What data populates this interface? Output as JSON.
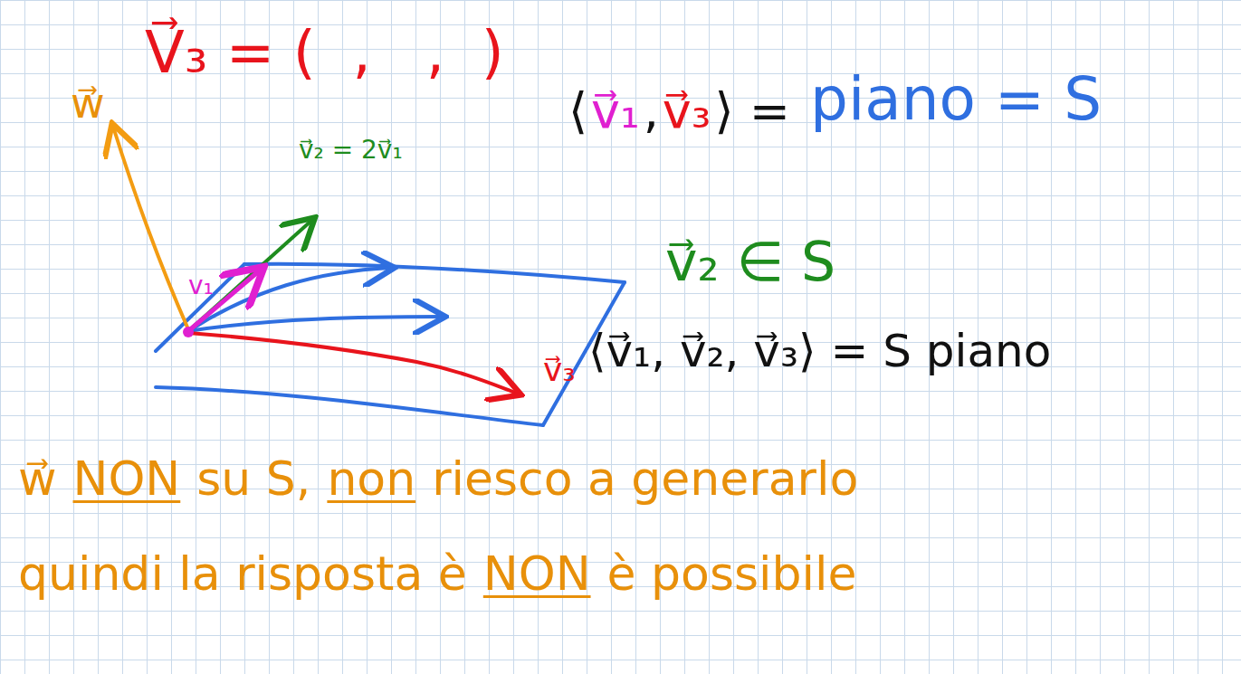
{
  "diagram": {
    "labels": [
      "V⃗₃ = (  ,   ,  )",
      "w⃗",
      "v⃗₂ = 2v⃗₁",
      "v₁",
      "⟨",
      "v⃗₁",
      ",",
      "v⃗₃",
      "⟩ =",
      "piano = S",
      "v⃗₂ ∈ S",
      "v⃗₃",
      "⟨v⃗₁, v⃗₂, v⃗₃⟩ = S piano",
      "w⃗",
      "NON",
      "su S,",
      "non",
      "riesco a generarlo",
      "quindi la risposta è",
      "NON",
      "è possibile"
    ]
  }
}
